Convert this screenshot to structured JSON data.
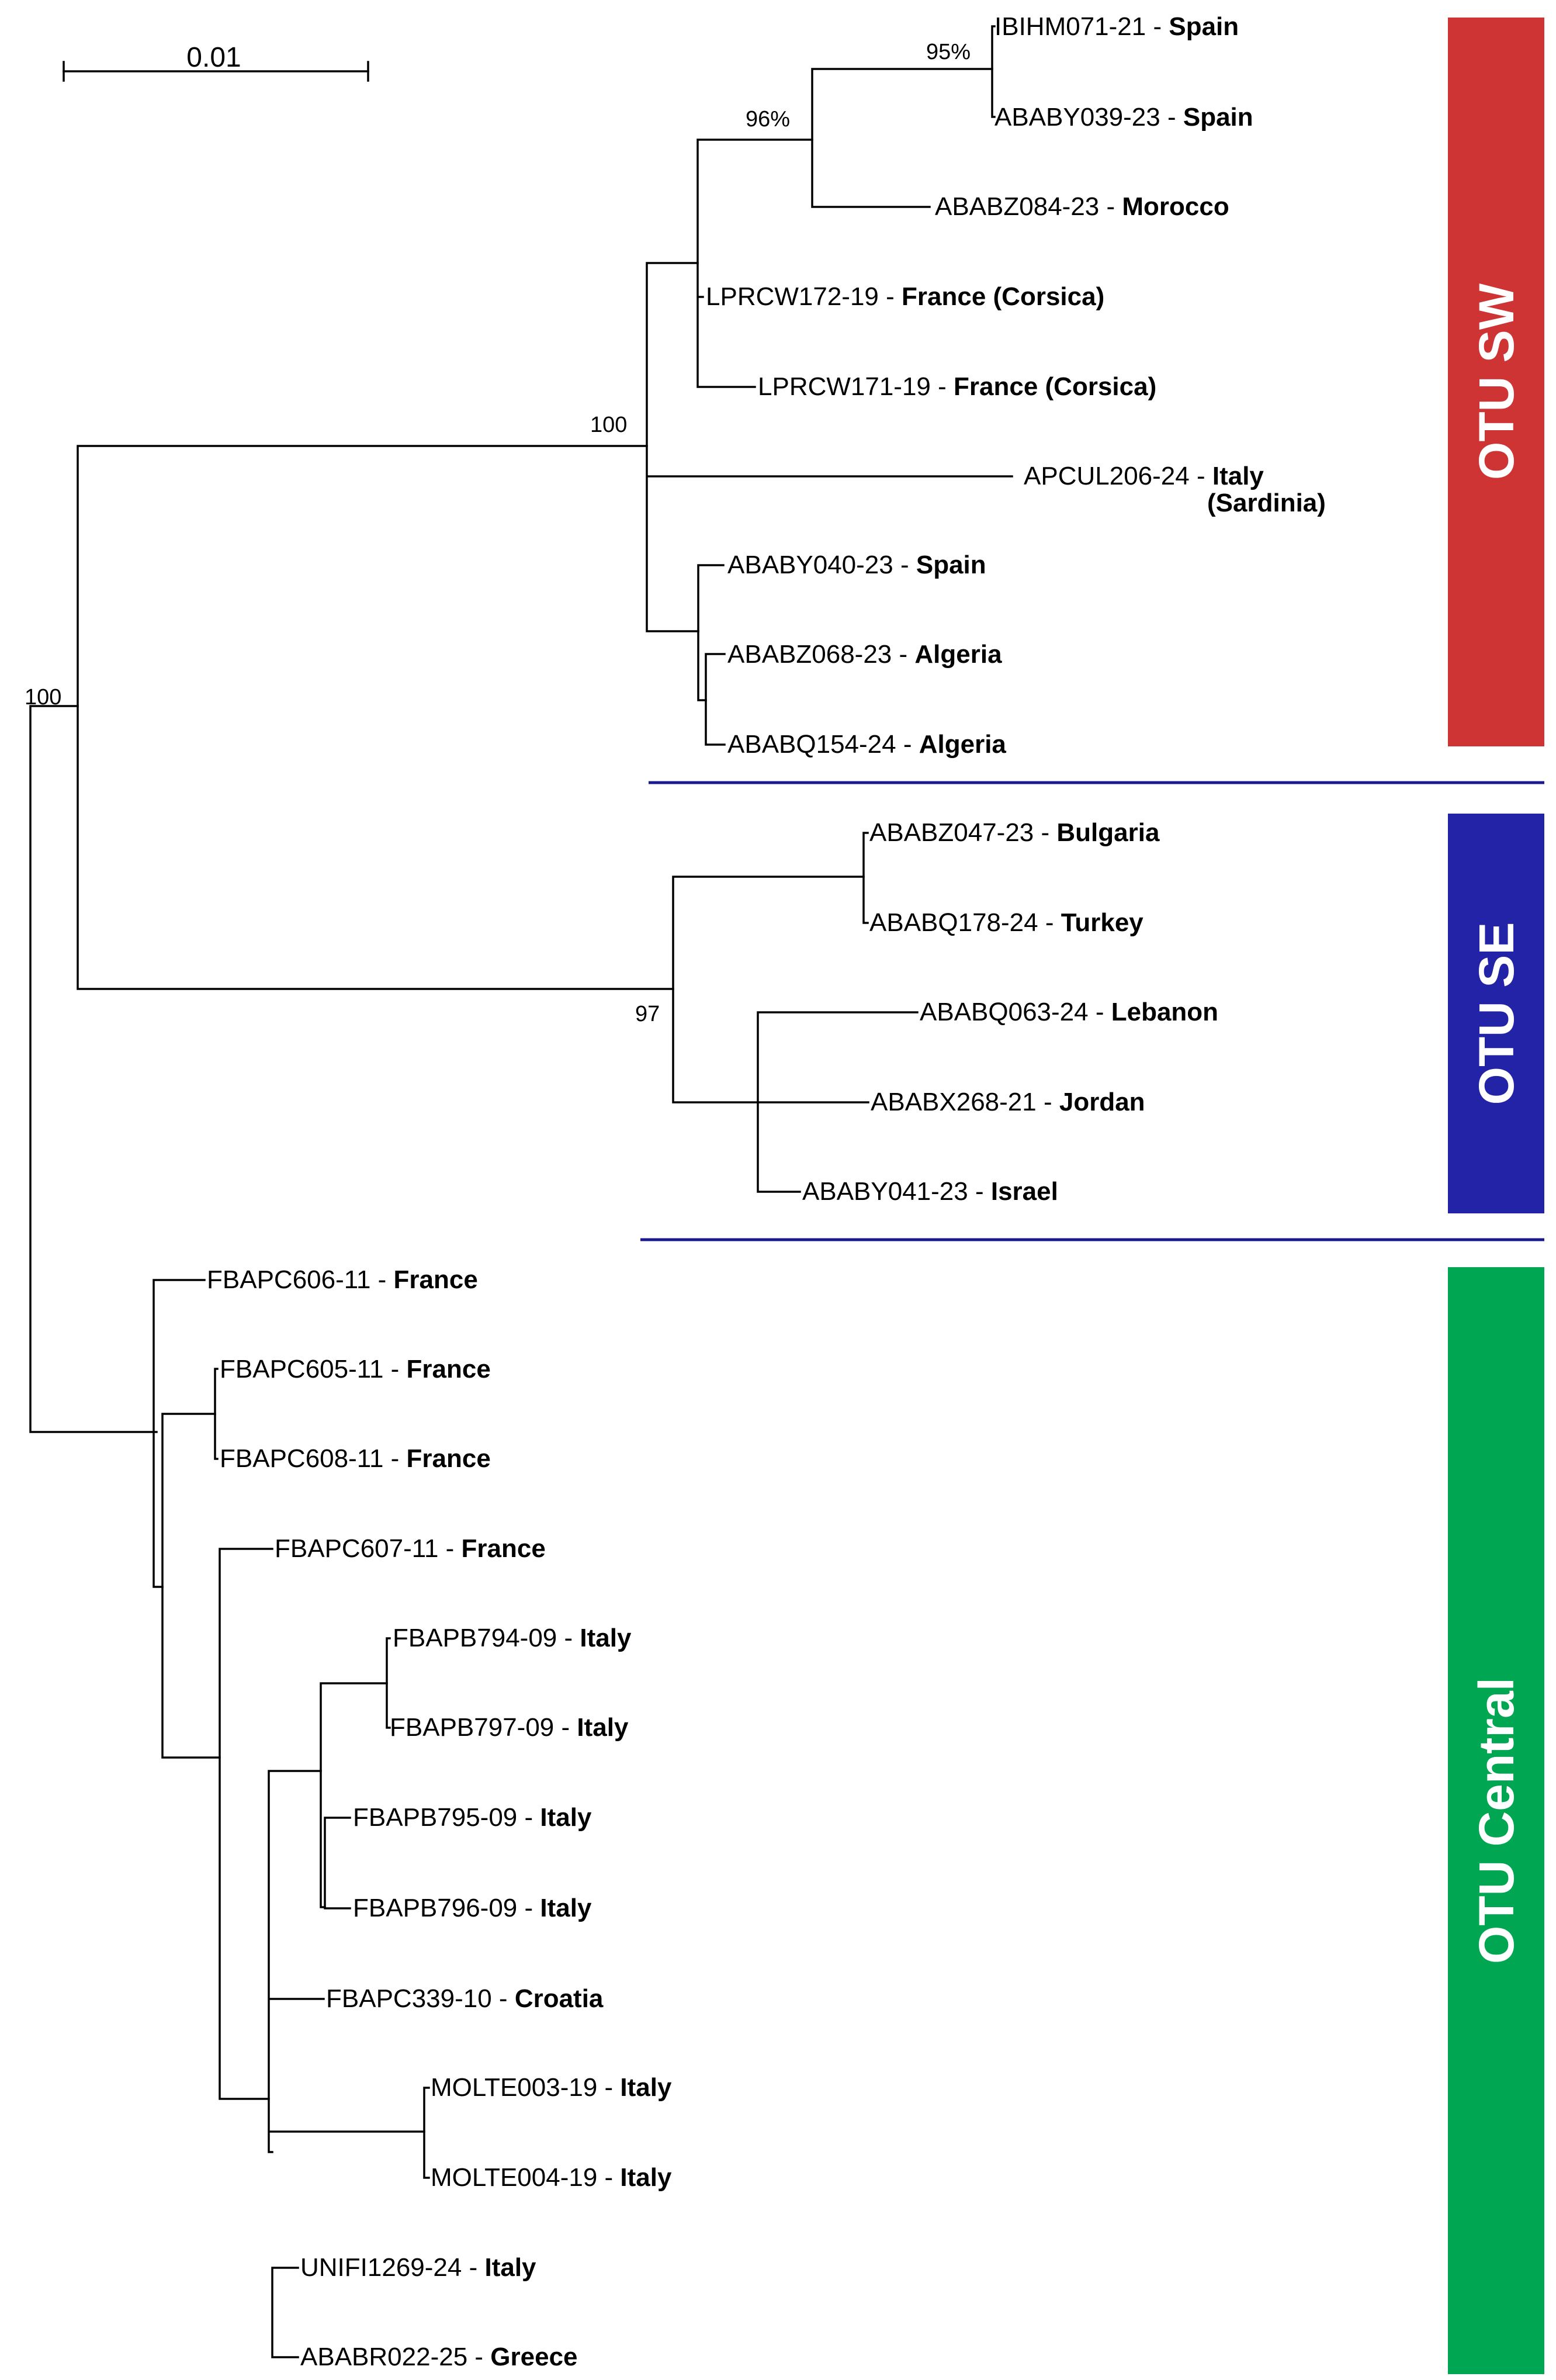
{
  "scale_bar": {
    "label": "0.01"
  },
  "colors": {
    "otu_sw": "#cf3434",
    "otu_se": "#2323a8",
    "otu_central": "#00a651",
    "divider": "#1a1a8c"
  },
  "taxa": [
    {
      "id": "IBIHM071-21",
      "country": "Spain"
    },
    {
      "id": "ABABY039-23",
      "country": "Spain"
    },
    {
      "id": "ABABZ084-23",
      "country": "Morocco"
    },
    {
      "id": "LPRCW172-19",
      "country": "France (Corsica)"
    },
    {
      "id": "LPRCW171-19",
      "country": "France (Corsica)"
    },
    {
      "id": "APCUL206-24",
      "country": "Italy",
      "country_line2": "(Sardinia)"
    },
    {
      "id": "ABABY040-23",
      "country": "Spain"
    },
    {
      "id": "ABABZ068-23",
      "country": "Algeria"
    },
    {
      "id": "ABABQ154-24",
      "country": "Algeria"
    },
    {
      "id": "ABABZ047-23",
      "country": "Bulgaria"
    },
    {
      "id": "ABABQ178-24",
      "country": "Turkey"
    },
    {
      "id": "ABABQ063-24",
      "country": "Lebanon"
    },
    {
      "id": "ABABX268-21",
      "country": "Jordan"
    },
    {
      "id": "ABABY041-23",
      "country": "Israel"
    },
    {
      "id": "FBAPC606-11",
      "country": "France"
    },
    {
      "id": "FBAPC605-11",
      "country": "France"
    },
    {
      "id": "FBAPC608-11",
      "country": "France"
    },
    {
      "id": "FBAPC607-11",
      "country": "France"
    },
    {
      "id": "FBAPB794-09",
      "country": "Italy"
    },
    {
      "id": "FBAPB797-09",
      "country": "Italy"
    },
    {
      "id": "FBAPB795-09",
      "country": "Italy"
    },
    {
      "id": "FBAPB796-09",
      "country": "Italy"
    },
    {
      "id": "FBAPC339-10",
      "country": "Croatia"
    },
    {
      "id": "MOLTE003-19",
      "country": "Italy"
    },
    {
      "id": "MOLTE004-19",
      "country": "Italy"
    },
    {
      "id": "UNIFI1269-24",
      "country": "Italy"
    },
    {
      "id": "ABABR022-25",
      "country": "Greece"
    }
  ],
  "support_values": {
    "s95": "95%",
    "s96": "96%",
    "s100_sw": "100",
    "s100_root": "100",
    "s97": "97"
  },
  "otus": [
    {
      "label": "OTU SW"
    },
    {
      "label": "OTU SE"
    },
    {
      "label": "OTU Central"
    }
  ]
}
